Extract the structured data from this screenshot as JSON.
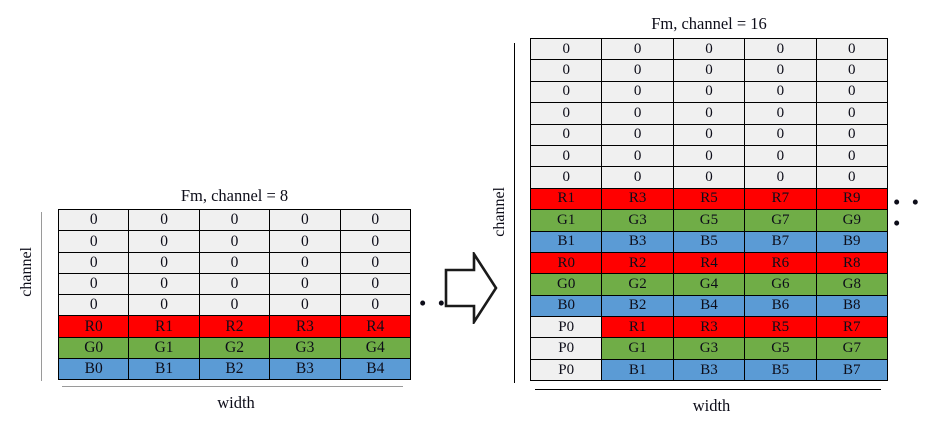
{
  "diagram": {
    "title_left": "Fm, channel = 8",
    "title_right": "Fm, channel = 16",
    "axis_labels": {
      "channel": "channel",
      "width": "width"
    },
    "ellipsis": "•  •  •",
    "colors": {
      "red": "#ff0000",
      "green": "#70ad47",
      "blue": "#5b9bd5",
      "zero": "#f0f0f0",
      "border": "#000000",
      "axis_gray": "#9a9a9a",
      "axis_black": "#000000"
    },
    "arrow": {
      "name": "transform-arrow",
      "direction": "right"
    }
  },
  "left_table": {
    "name": "fm-channel-8-table",
    "columns": 5,
    "rows": [
      {
        "type": "zero",
        "cells": [
          "0",
          "0",
          "0",
          "0",
          "0"
        ]
      },
      {
        "type": "zero",
        "cells": [
          "0",
          "0",
          "0",
          "0",
          "0"
        ]
      },
      {
        "type": "zero",
        "cells": [
          "0",
          "0",
          "0",
          "0",
          "0"
        ]
      },
      {
        "type": "zero",
        "cells": [
          "0",
          "0",
          "0",
          "0",
          "0"
        ]
      },
      {
        "type": "zero",
        "cells": [
          "0",
          "0",
          "0",
          "0",
          "0"
        ]
      },
      {
        "type": "red",
        "cells": [
          "R0",
          "R1",
          "R2",
          "R3",
          "R4"
        ]
      },
      {
        "type": "green",
        "cells": [
          "G0",
          "G1",
          "G2",
          "G3",
          "G4"
        ]
      },
      {
        "type": "blue",
        "cells": [
          "B0",
          "B1",
          "B2",
          "B3",
          "B4"
        ]
      }
    ]
  },
  "right_table": {
    "name": "fm-channel-16-table",
    "columns": 5,
    "rows": [
      {
        "type": "zero",
        "cells": [
          "0",
          "0",
          "0",
          "0",
          "0"
        ]
      },
      {
        "type": "zero",
        "cells": [
          "0",
          "0",
          "0",
          "0",
          "0"
        ]
      },
      {
        "type": "zero",
        "cells": [
          "0",
          "0",
          "0",
          "0",
          "0"
        ]
      },
      {
        "type": "zero",
        "cells": [
          "0",
          "0",
          "0",
          "0",
          "0"
        ]
      },
      {
        "type": "zero",
        "cells": [
          "0",
          "0",
          "0",
          "0",
          "0"
        ]
      },
      {
        "type": "zero",
        "cells": [
          "0",
          "0",
          "0",
          "0",
          "0"
        ]
      },
      {
        "type": "zero",
        "cells": [
          "0",
          "0",
          "0",
          "0",
          "0"
        ]
      },
      {
        "type": "red",
        "cells": [
          "R1",
          "R3",
          "R5",
          "R7",
          "R9"
        ]
      },
      {
        "type": "green",
        "cells": [
          "G1",
          "G3",
          "G5",
          "G7",
          "G9"
        ]
      },
      {
        "type": "blue",
        "cells": [
          "B1",
          "B3",
          "B5",
          "B7",
          "B9"
        ]
      },
      {
        "type": "red",
        "cells": [
          "R0",
          "R2",
          "R4",
          "R6",
          "R8"
        ]
      },
      {
        "type": "green",
        "cells": [
          "G0",
          "G2",
          "G4",
          "G6",
          "G8"
        ]
      },
      {
        "type": "blue",
        "cells": [
          "B0",
          "B2",
          "B4",
          "B6",
          "B8"
        ]
      },
      {
        "type": "red",
        "cells": [
          "P0",
          "R1",
          "R3",
          "R5",
          "R7"
        ],
        "lead_pad": true
      },
      {
        "type": "green",
        "cells": [
          "P0",
          "G1",
          "G3",
          "G5",
          "G7"
        ],
        "lead_pad": true
      },
      {
        "type": "blue",
        "cells": [
          "P0",
          "B1",
          "B3",
          "B5",
          "B7"
        ],
        "lead_pad": true
      }
    ]
  }
}
